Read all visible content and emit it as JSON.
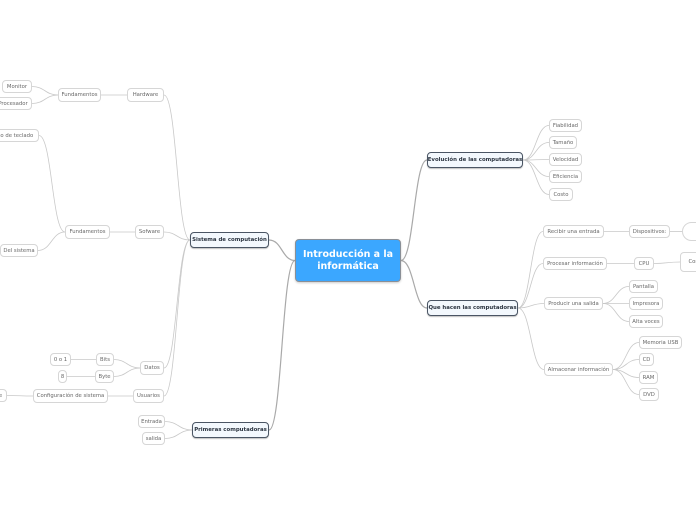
{
  "colors": {
    "center": "#3ba7ff",
    "line": "#c8c8c8",
    "main_border": "#4a5564"
  },
  "nodes": [
    {
      "id": "root",
      "label": "Introducción a la informática"
    },
    {
      "id": "sis",
      "parent": "root",
      "label": "Sistema de computación"
    },
    {
      "id": "hw",
      "parent": "sis",
      "label": "Hardware"
    },
    {
      "id": "hwf",
      "parent": "hw",
      "label": "Fundamentos"
    },
    {
      "id": "mon",
      "parent": "hwf",
      "label": "Monitor"
    },
    {
      "id": "pro",
      "parent": "hwf",
      "label": "Procesador"
    },
    {
      "id": "sw",
      "parent": "sis",
      "label": "Sofware"
    },
    {
      "id": "swf",
      "parent": "sw",
      "label": "Fundamentos"
    },
    {
      "id": "tec",
      "parent": "swf",
      "label": "Uso de teclado"
    },
    {
      "id": "del",
      "parent": "swf",
      "label": "Del sistema"
    },
    {
      "id": "dat",
      "parent": "sis",
      "label": "Datos"
    },
    {
      "id": "bit",
      "parent": "dat",
      "label": "Bits"
    },
    {
      "id": "byt",
      "parent": "dat",
      "label": "Byte"
    },
    {
      "id": "b01",
      "parent": "bit",
      "label": "0 o 1"
    },
    {
      "id": "b8",
      "parent": "byt",
      "label": "8"
    },
    {
      "id": "usu",
      "parent": "sis",
      "label": "Usuarios"
    },
    {
      "id": "cfg",
      "parent": "usu",
      "label": "Configuración de sistema"
    },
    {
      "id": "cfe",
      "parent": "cfg",
      "label": "e"
    },
    {
      "id": "pri",
      "parent": "root",
      "label": "Primeras computadoras"
    },
    {
      "id": "ent",
      "parent": "pri",
      "label": "Entrada"
    },
    {
      "id": "sal",
      "parent": "pri",
      "label": "salida"
    },
    {
      "id": "evo",
      "parent": "root",
      "label": "Evolución de las computadoras"
    },
    {
      "id": "fia",
      "parent": "evo",
      "label": "Fiabilidad"
    },
    {
      "id": "tam",
      "parent": "evo",
      "label": "Tamaño"
    },
    {
      "id": "vel",
      "parent": "evo",
      "label": "Velocidad"
    },
    {
      "id": "efi",
      "parent": "evo",
      "label": "Eficiencia"
    },
    {
      "id": "cos",
      "parent": "evo",
      "label": "Costo"
    },
    {
      "id": "que",
      "parent": "root",
      "label": "Que hacen las computadoras"
    },
    {
      "id": "rec",
      "parent": "que",
      "label": "Recibir una entrada"
    },
    {
      "id": "dis",
      "parent": "rec",
      "label": "Dispositivos:"
    },
    {
      "id": "ova",
      "parent": "dis",
      "label": ""
    },
    {
      "id": "prc",
      "parent": "que",
      "label": "Procesar información"
    },
    {
      "id": "cpu",
      "parent": "prc",
      "label": "CPU"
    },
    {
      "id": "con",
      "parent": "cpu",
      "label": "Cons"
    },
    {
      "id": "prd",
      "parent": "que",
      "label": "Producir una salida"
    },
    {
      "id": "pan",
      "parent": "prd",
      "label": "Pantalla"
    },
    {
      "id": "imp",
      "parent": "prd",
      "label": "Impresora"
    },
    {
      "id": "alt",
      "parent": "prd",
      "label": "Alta voces"
    },
    {
      "id": "alm",
      "parent": "que",
      "label": "Almacenar información"
    },
    {
      "id": "usb",
      "parent": "alm",
      "label": "Memoria USB"
    },
    {
      "id": "cd",
      "parent": "alm",
      "label": "CD"
    },
    {
      "id": "ram",
      "parent": "alm",
      "label": "RAM"
    },
    {
      "id": "dvd",
      "parent": "alm",
      "label": "DVD"
    }
  ]
}
